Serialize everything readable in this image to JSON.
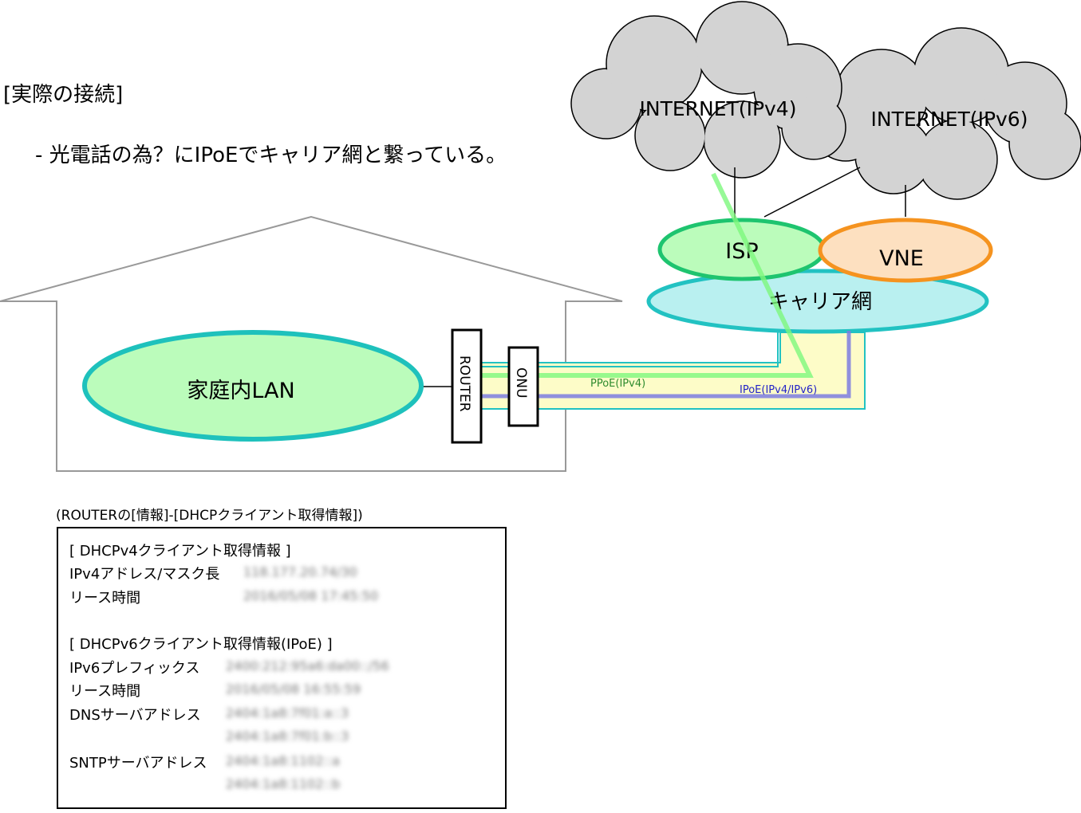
{
  "header": {
    "title": "[実際の接続]",
    "note": "- 光電話の為？にIPoEでキャリア網と繋っている。"
  },
  "diagram": {
    "clouds": {
      "ipv4": "INTERNET(IPv4)",
      "ipv6": "INTERNET(IPv6)"
    },
    "nodes": {
      "isp": "ISP",
      "vne": "VNE",
      "carrier": "キャリア網",
      "lan": "家庭内LAN",
      "router": "ROUTER",
      "onu": "ONU"
    },
    "links": {
      "pppoe": "PPoE(IPv4)",
      "ipoe": "IPoE(IPv4/IPv6)"
    },
    "colors": {
      "cloud_fill": "#d3d3d3",
      "lan_fill": "#bbfcbb",
      "lan_stroke": "#1ec1bc",
      "isp_fill": "#bbfcbb",
      "isp_stroke": "#1ec46f",
      "vne_fill": "#fde0c0",
      "vne_stroke": "#f5931f",
      "carrier_fill": "#b9f0f0",
      "carrier_stroke": "#22c2c2",
      "tunnel_fill": "#fdfcc8",
      "pppoe_line": "#7df87d",
      "ipoe_line": "#7c7ce0",
      "pppoe_label": "#2e8b2e",
      "ipoe_label": "#2323c8"
    }
  },
  "router_info": {
    "caption": "(ROUTERの[情報]-[DHCPクライアント取得情報])",
    "v4_section": "[ DHCPv4クライアント取得情報 ]",
    "v4_address_label": "IPv4アドレス/マスク長",
    "v4_address_value": "118.177.20.74/30",
    "v4_lease_label": "リース時間",
    "v4_lease_value": "2016/05/08 17:45:50",
    "v6_section": "[ DHCPv6クライアント取得情報(IPoE) ]",
    "v6_prefix_label": "IPv6プレフィックス",
    "v6_prefix_value": "2400:212:95a6:da00::/56",
    "v6_lease_label": "リース時間",
    "v6_lease_value": "2016/05/08 16:55:59",
    "dns_label": "DNSサーバアドレス",
    "dns_value_1": "2404:1a8:7f01:a::3",
    "dns_value_2": "2404:1a8:7f01:b::3",
    "sntp_label": "SNTPサーバアドレス",
    "sntp_value_1": "2404:1a8:1102::a",
    "sntp_value_2": "2404:1a8:1102::b"
  }
}
